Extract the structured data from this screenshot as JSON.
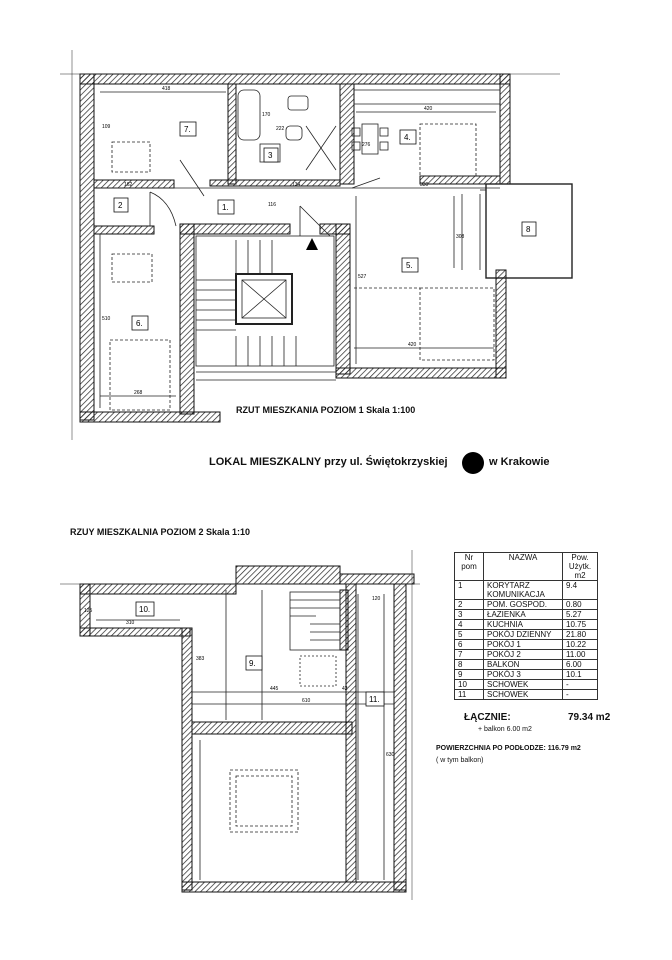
{
  "plan_level1": {
    "caption": "RZUT MIESZKANIA POZIOM 1    Skala 1:100",
    "room_labels": [
      "7.",
      "3",
      "4.",
      "2",
      "1.",
      "8",
      "5.",
      "6."
    ],
    "dimensions": [
      "418",
      "170",
      "420",
      "276",
      "162",
      "134",
      "330",
      "116",
      "527",
      "510",
      "420",
      "268",
      "308",
      "222",
      "109"
    ]
  },
  "title": {
    "text": "LOKAL MIESZKALNY przy ul. Świętokrzyskiej",
    "city": "w Krakowie"
  },
  "plan_level2": {
    "caption": "RZUY MIESZKALNIA POZIOM 2    Skala 1:10",
    "room_labels": [
      "10.",
      "9.",
      "11."
    ],
    "dimensions": [
      "310",
      "445",
      "610",
      "383",
      "120",
      "125",
      "630",
      "42"
    ]
  },
  "room_table": {
    "headers": [
      "Nr\npom",
      "NAZWA",
      "Pow.\nUżytk.\nm2"
    ],
    "rows": [
      [
        "1",
        "KORYTARZ\nKOMUNIKACJA",
        "9.4"
      ],
      [
        "2",
        "POM. GOSPOD.",
        "0.80"
      ],
      [
        "3",
        "ŁAZIENKA",
        "5.27"
      ],
      [
        "4",
        "KUCHNIA",
        "10.75"
      ],
      [
        "5",
        "POKÓJ DZIENNY",
        "21.80"
      ],
      [
        "6",
        "POKÓJ 1",
        "10.22"
      ],
      [
        "7",
        "POKÓJ 2",
        "11.00"
      ],
      [
        "8",
        "BALKON",
        "6.00"
      ],
      [
        "9",
        "POKÓJ 3",
        "10.1"
      ],
      [
        "10",
        "SCHOWEK",
        "-"
      ],
      [
        "11",
        "SCHOWEK",
        "-"
      ]
    ]
  },
  "summary": {
    "total_label": "ŁĄCZNIE:",
    "total_value": "79.34 m2",
    "balcony": "+ balkon 6.00 m2",
    "floor_area": "POWIERZCHNIA PO PODŁODZE: 116.79 m2",
    "floor_area_note": "( w tym balkon)"
  }
}
